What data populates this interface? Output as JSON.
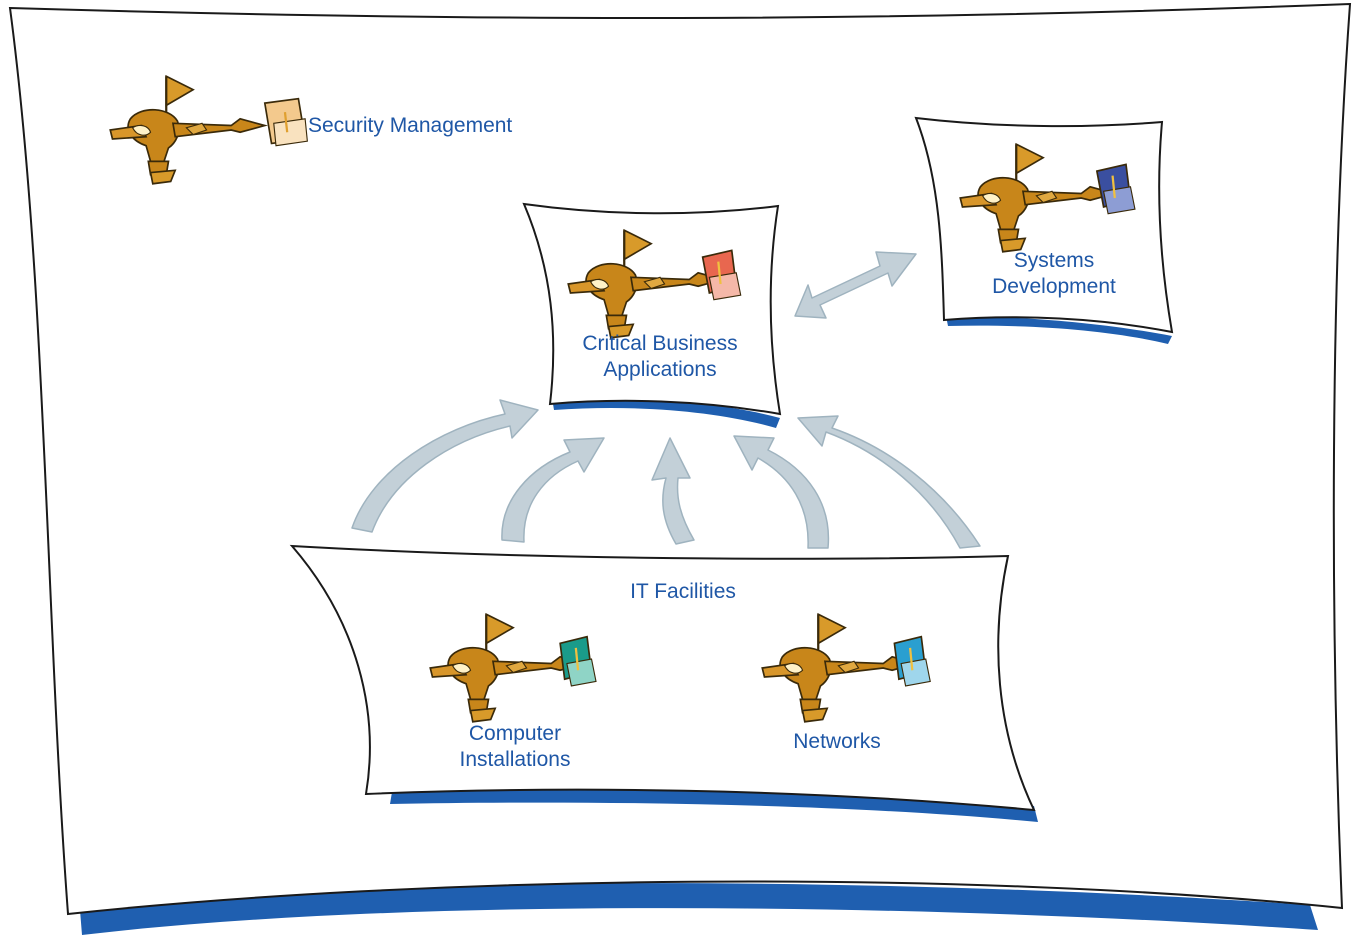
{
  "colors": {
    "frame_stroke": "#1a1a1a",
    "frame_fill": "#ffffff",
    "blue_bar": "#1f5fb0",
    "label_text": "#1f57a6",
    "arrow_fill": "#c3d0d8",
    "arrow_stroke": "#9fb3bf",
    "figure_gold": "#c8861a",
    "figure_dark": "#3a2a0a"
  },
  "labels": {
    "security": "Security Management",
    "critical_line1": "Critical Business",
    "critical_line2": "Applications",
    "systems_line1": "Systems",
    "systems_line2": "Development",
    "itfacilities": "IT Facilities",
    "computer_line1": "Computer",
    "computer_line2": "Installations",
    "networks": "Networks"
  },
  "figures": [
    {
      "id": "security",
      "icon": "figure-holding-sign-icon",
      "sign_color": "#f3c98d",
      "sign_shade": "#f9e2bf"
    },
    {
      "id": "critical",
      "icon": "figure-holding-sign-icon",
      "sign_color": "#e8674f",
      "sign_shade": "#f5b8a8"
    },
    {
      "id": "systems",
      "icon": "figure-holding-sign-icon",
      "sign_color": "#3a4fa0",
      "sign_shade": "#8d9dd4"
    },
    {
      "id": "computer",
      "icon": "figure-holding-sign-icon",
      "sign_color": "#1a9b8a",
      "sign_shade": "#8fd4c6"
    },
    {
      "id": "networks",
      "icon": "figure-holding-sign-icon",
      "sign_color": "#2a9fd0",
      "sign_shade": "#9fd6ec"
    }
  ]
}
